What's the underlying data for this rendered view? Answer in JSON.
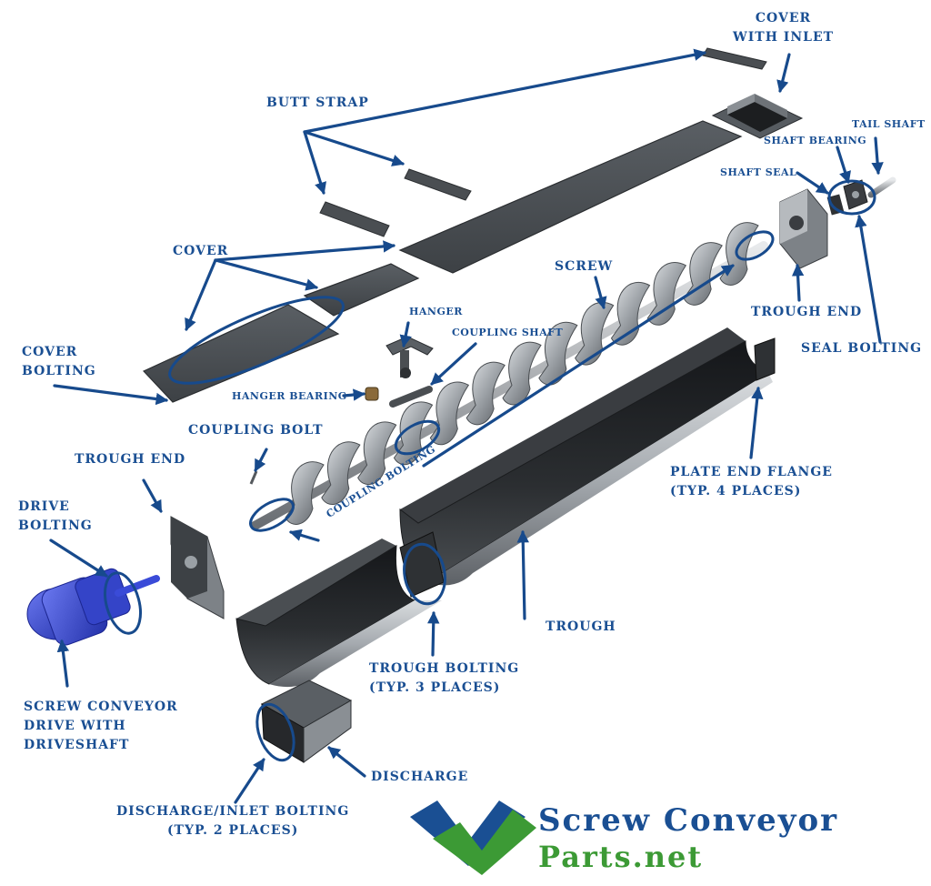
{
  "labels": {
    "cover_with_inlet": [
      "COVER",
      "WITH INLET"
    ],
    "butt_strap": "BUTT STRAP",
    "tail_shaft": "TAIL SHAFT",
    "shaft_bearing": "SHAFT BEARING",
    "shaft_seal": "SHAFT SEAL",
    "cover": "COVER",
    "screw": "SCREW",
    "trough_end_right": "TROUGH END",
    "seal_bolting": "SEAL BOLTING",
    "cover_bolting": [
      "COVER",
      "BOLTING"
    ],
    "hanger": "HANGER",
    "coupling_shaft": "COUPLING SHAFT",
    "hanger_bearing": "HANGER BEARING",
    "coupling_bolt": "COUPLING BOLT",
    "trough_end_left": "TROUGH END",
    "plate_end_flange": [
      "PLATE END FLANGE",
      "(TYP. 4 PLACES)"
    ],
    "drive_bolting": [
      "DRIVE",
      "BOLTING"
    ],
    "coupling_bolting": "COUPLING BOLTING",
    "trough": "TROUGH",
    "trough_bolting": [
      "TROUGH BOLTING",
      "(TYP. 3 PLACES)"
    ],
    "drive": [
      "SCREW CONVEYOR",
      "DRIVE WITH",
      "DRIVESHAFT"
    ],
    "discharge": "DISCHARGE",
    "discharge_inlet_bolting": [
      "DISCHARGE/INLET BOLTING",
      "(TYP. 2 PLACES)"
    ]
  },
  "logo": {
    "line1": "Screw Conveyor",
    "line2": "Parts.net",
    "icon": "wave-check-logo-icon"
  },
  "colors": {
    "label_blue": "#1a4f93",
    "callout_circle": "#174a8c",
    "steel_dark": "#3f4347",
    "steel_mid": "#7d8287",
    "steel_light": "#c4c8cc",
    "logo_blue": "#1a4f93",
    "logo_green": "#3c9a35",
    "drive_blue": "#4050d8"
  }
}
